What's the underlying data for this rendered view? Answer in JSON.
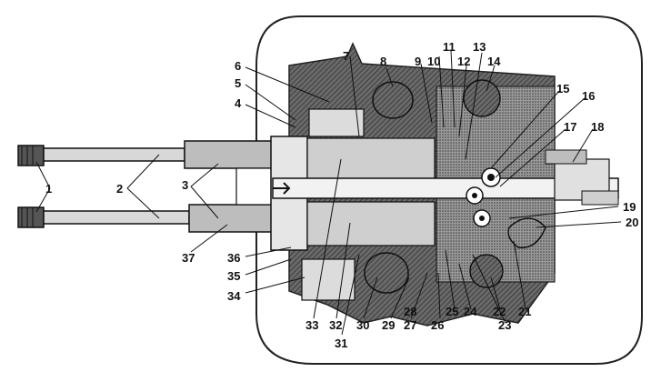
{
  "diagram": {
    "callouts": [
      "1",
      "2",
      "3",
      "4",
      "5",
      "6",
      "7",
      "8",
      "9",
      "10",
      "11",
      "12",
      "13",
      "14",
      "15",
      "16",
      "17",
      "18",
      "19",
      "20",
      "21",
      "22",
      "23",
      "24",
      "25",
      "26",
      "27",
      "28",
      "29",
      "30",
      "31",
      "32",
      "33",
      "34",
      "35",
      "36",
      "37"
    ]
  }
}
